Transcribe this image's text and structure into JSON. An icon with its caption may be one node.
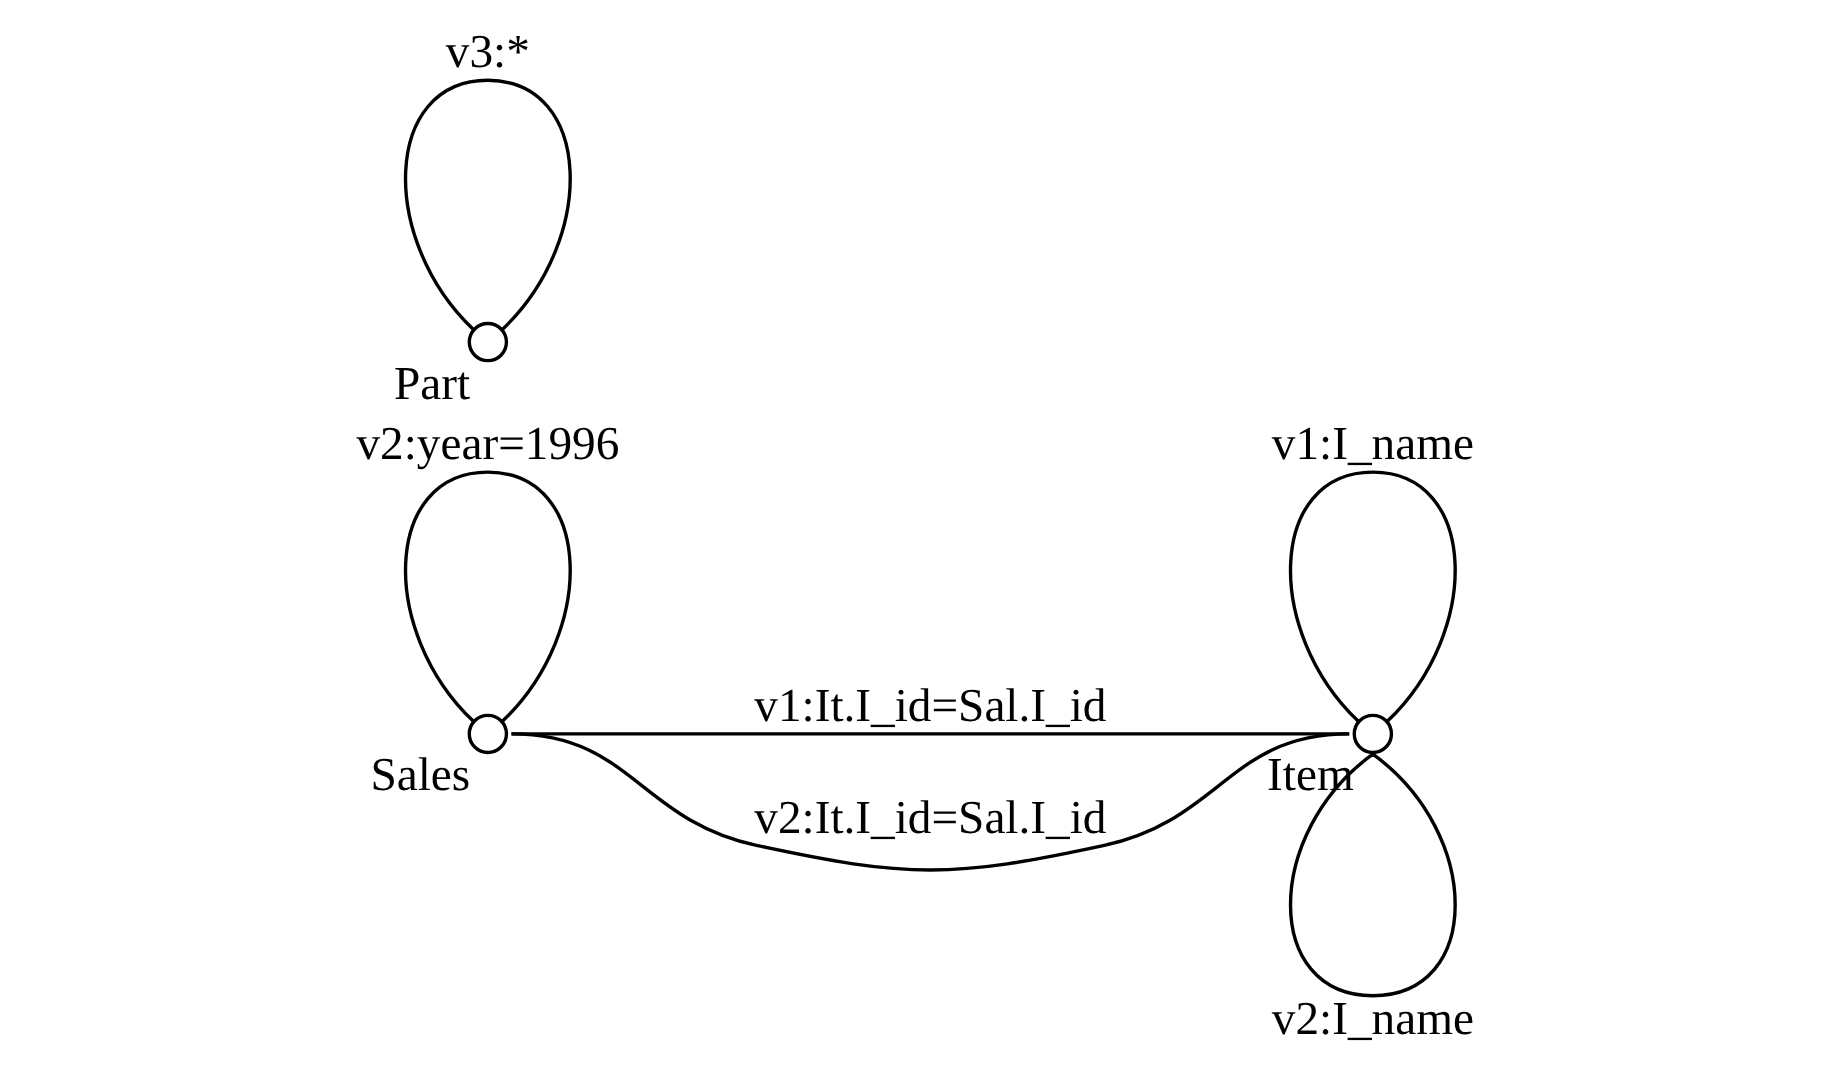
{
  "diagram": {
    "nodes": [
      {
        "text": [],
        "shape": "circle",
        "beside": [
          "Sales"
        ]
      },
      {
        "text": [],
        "shape": "circle",
        "beside": [
          "Item"
        ]
      },
      {
        "text": [],
        "shape": "circle",
        "beside": [
          "Part"
        ]
      }
    ],
    "edges": [
      {
        "from": 0,
        "to": 1,
        "arrow": "none",
        "label": "v1:It.I_id=Sal.I_id"
      },
      {
        "from": 0,
        "to": 1,
        "arrow": "none",
        "label": "v2:It.I_id=Sal.I_id"
      },
      {
        "from": 0,
        "to": 0,
        "arrow": "none",
        "label": "v2:year=1996"
      },
      {
        "from": 1,
        "to": 1,
        "arrow": "none",
        "label": "v1:I_name"
      },
      {
        "from": 1,
        "to": 1,
        "arrow": "none",
        "label": "v2:I_name"
      },
      {
        "from": 2,
        "to": 2,
        "arrow": "none",
        "label": "v3:*"
      }
    ]
  }
}
